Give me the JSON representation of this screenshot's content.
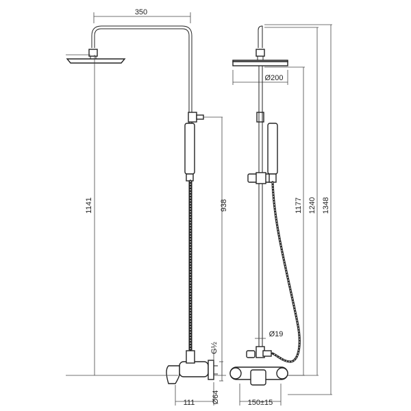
{
  "dimensions": {
    "arm_width": "350",
    "head_diameter": "Ø200",
    "height_left": "1141",
    "hand_height": "938",
    "height_1177": "1177",
    "height_1240": "1240",
    "height_1348": "1348",
    "pipe_diameter": "Ø19",
    "inlet_thread": "G½",
    "mixer_depth": "111",
    "escutcheon": "Ø64",
    "inlet_spacing": "150±15"
  }
}
